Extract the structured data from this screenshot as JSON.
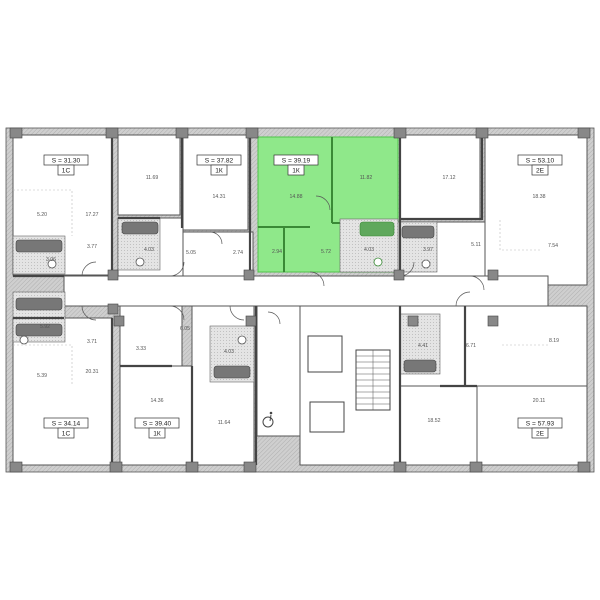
{
  "apartments": [
    {
      "id": "1c-top",
      "area": "S = 31.30",
      "type": "1С"
    },
    {
      "id": "1k-top",
      "area": "S = 37.82",
      "type": "1К"
    },
    {
      "id": "1k-selected",
      "area": "S = 39.19",
      "type": "1К"
    },
    {
      "id": "2e-top",
      "area": "S = 53.10",
      "type": "2Е"
    },
    {
      "id": "1c-bottom",
      "area": "S = 34.14",
      "type": "1С"
    },
    {
      "id": "1k-bottom",
      "area": "S = 39.40",
      "type": "1К"
    },
    {
      "id": "2e-bottom",
      "area": "S = 57.93",
      "type": "2Е"
    }
  ],
  "room_areas": {
    "r1": "5.20",
    "r2": "17.27",
    "r3": "3.77",
    "r4": "3.06",
    "r5": "11.69",
    "r6": "4.03",
    "r7": "14.31",
    "r8": "5.05",
    "r9": "2.74",
    "r10": "14.88",
    "r11": "11.82",
    "r12": "2.94",
    "r13": "5.72",
    "r14": "4.03",
    "r15": "17.12",
    "r16": "3.97",
    "r17": "5.11",
    "r18": "18.38",
    "r19": "7.54",
    "r20": "5.92",
    "r21": "3.71",
    "r22": "3.33",
    "r23": "6.05",
    "r24": "4.03",
    "r25": "5.39",
    "r26": "20.31",
    "r27": "14.36",
    "r28": "11.64",
    "r29": "4.41",
    "r30": "6.71",
    "r31": "8.19",
    "r32": "18.52",
    "r33": "20.11"
  },
  "colors": {
    "selected_fill": "#8fe88a",
    "selected_stroke": "#4fc34a",
    "wall": "#bfbfbf"
  }
}
